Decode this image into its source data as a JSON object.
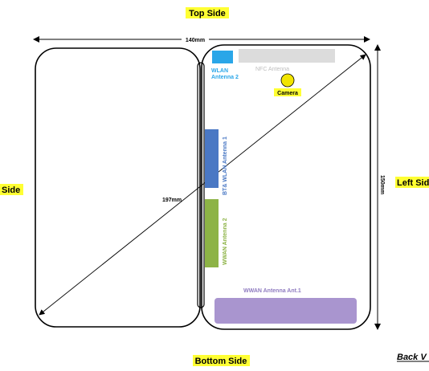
{
  "labels": {
    "top_side": "Top Side",
    "bottom_side": "Bottom Side",
    "left_side": "Left Side",
    "right_side_partial": "Side",
    "back_view_partial": "Back V"
  },
  "dimensions": {
    "width": "140mm",
    "height": "150mm",
    "diagonal": "197mm"
  },
  "components": {
    "wlan_antenna_2": {
      "label_line1": "WLAN",
      "label_line2": "Antenna 2",
      "color": "#2aa6e8"
    },
    "nfc_antenna": {
      "label": "NFC Antenna",
      "color": "#cfcfcf"
    },
    "camera": {
      "label": "Camera",
      "color": "#f2e500"
    },
    "bt_wlan_antenna_1": {
      "label": "BT& WLAN Antenna 1",
      "color": "#4a78c4"
    },
    "wwan_antenna_2": {
      "label": "WWAN Antenna 2",
      "color": "#8db346"
    },
    "wwan_antenna_ant1": {
      "label": "WWAN Antenna Ant.1",
      "color": "#a995cf"
    }
  },
  "colors": {
    "highlight": "#ffff33",
    "outline": "#000000"
  }
}
